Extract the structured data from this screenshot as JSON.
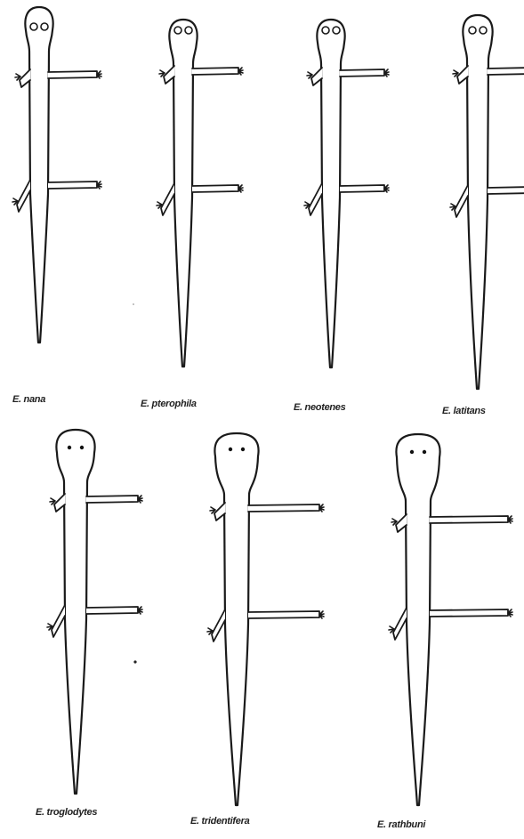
{
  "figure": {
    "species": [
      {
        "label": "E. nana"
      },
      {
        "label": "E. pterophila"
      },
      {
        "label": "E. neotenes"
      },
      {
        "label": "E. latitans"
      },
      {
        "label": "E. troglodytes"
      },
      {
        "label": "E. tridentifera"
      },
      {
        "label": "E. rathbuni"
      }
    ]
  }
}
